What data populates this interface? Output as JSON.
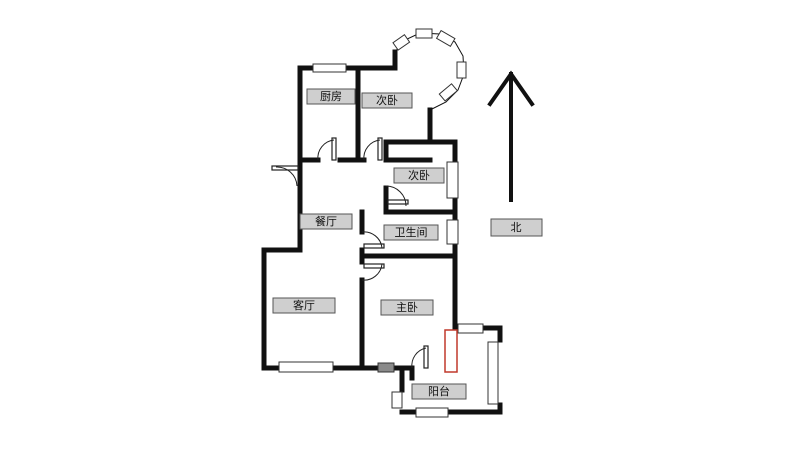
{
  "plan": {
    "rooms": {
      "kitchen": "厨房",
      "second_bedroom_north": "次卧",
      "second_bedroom_east": "次卧",
      "dining_room": "餐厅",
      "bathroom": "卫生间",
      "living_room": "客厅",
      "master_bedroom": "主卧",
      "balcony": "阳台"
    },
    "compass": {
      "label": "北"
    }
  }
}
